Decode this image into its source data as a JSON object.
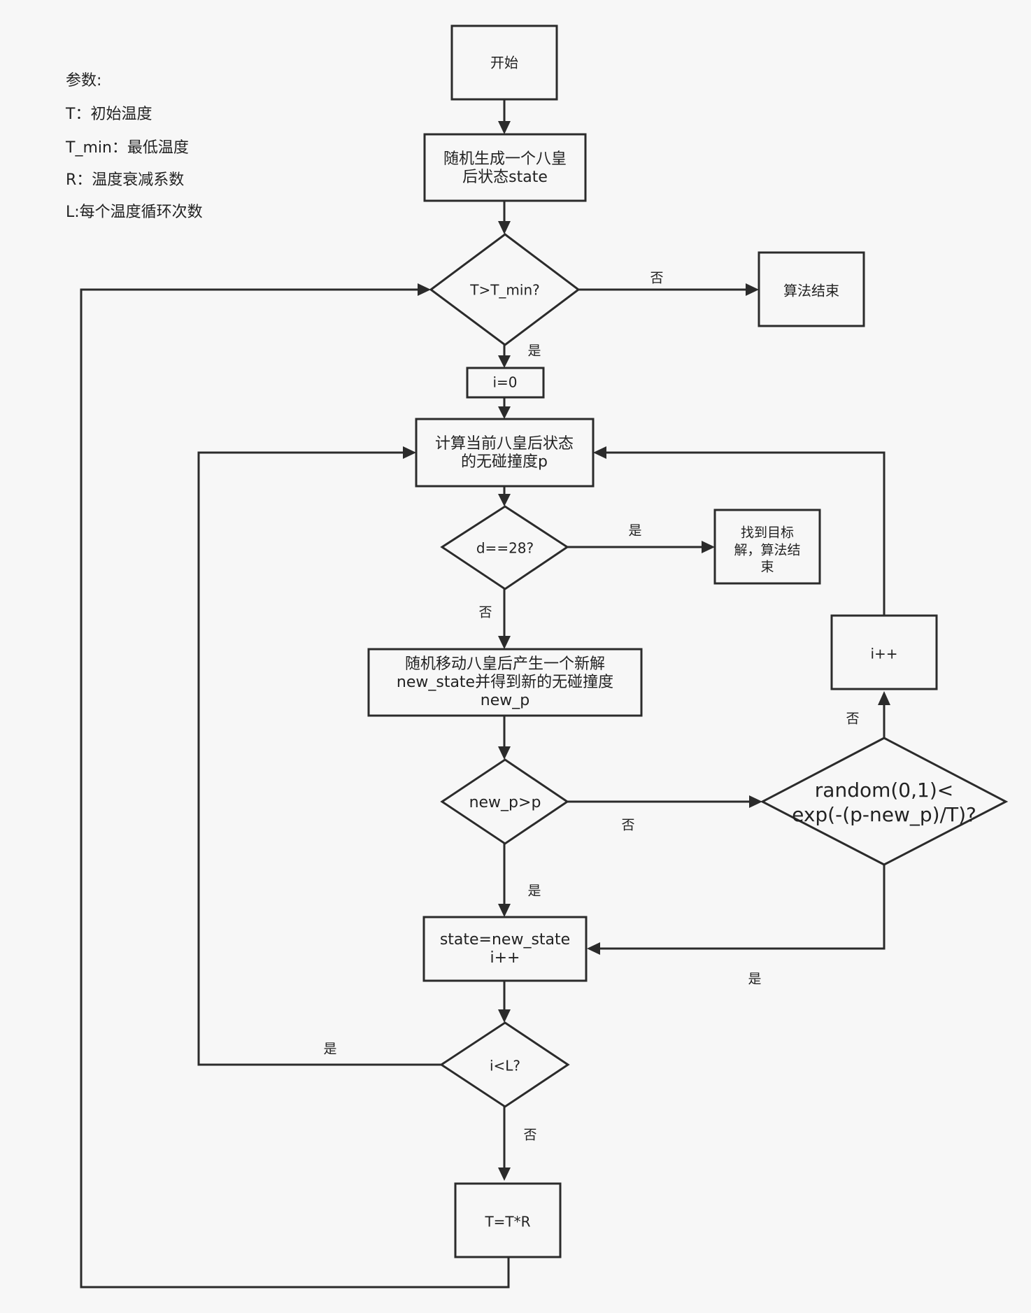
{
  "params": {
    "title": "参数:",
    "lines": [
      "T：初始温度",
      "T_min：最低温度",
      "R：温度衰减系数",
      "L:每个温度循环次数"
    ]
  },
  "nodes": {
    "start": [
      "开始"
    ],
    "init_state": [
      "随机生成一个八皇",
      "后状态state"
    ],
    "cond_temp": [
      "T>T_min?"
    ],
    "end_algo": [
      "算法结束"
    ],
    "init_i": [
      "i=0"
    ],
    "calc_p": [
      "计算当前八皇后状态",
      "的无碰撞度p"
    ],
    "cond_d": [
      "d==28?"
    ],
    "found": [
      "找到目标",
      "解，算法结",
      "束"
    ],
    "new_solution": [
      "随机移动八皇后产生一个新解",
      "new_state并得到新的无碰撞度",
      "new_p"
    ],
    "cond_newp": [
      "new_p>p"
    ],
    "cond_random": [
      "random(0,1)<",
      "exp(-(p-new_p)/T)?"
    ],
    "inc_i_right": [
      "i++"
    ],
    "accept": [
      "state=new_state",
      "i++"
    ],
    "cond_loop": [
      "i<L?"
    ],
    "cool": [
      "T=T*R"
    ]
  },
  "edge_labels": {
    "temp_no": "否",
    "temp_yes": "是",
    "d_yes": "是",
    "d_no": "否",
    "newp_no": "否",
    "newp_yes": "是",
    "random_no": "否",
    "random_yes": "是",
    "loop_yes": "是",
    "loop_no": "否"
  }
}
